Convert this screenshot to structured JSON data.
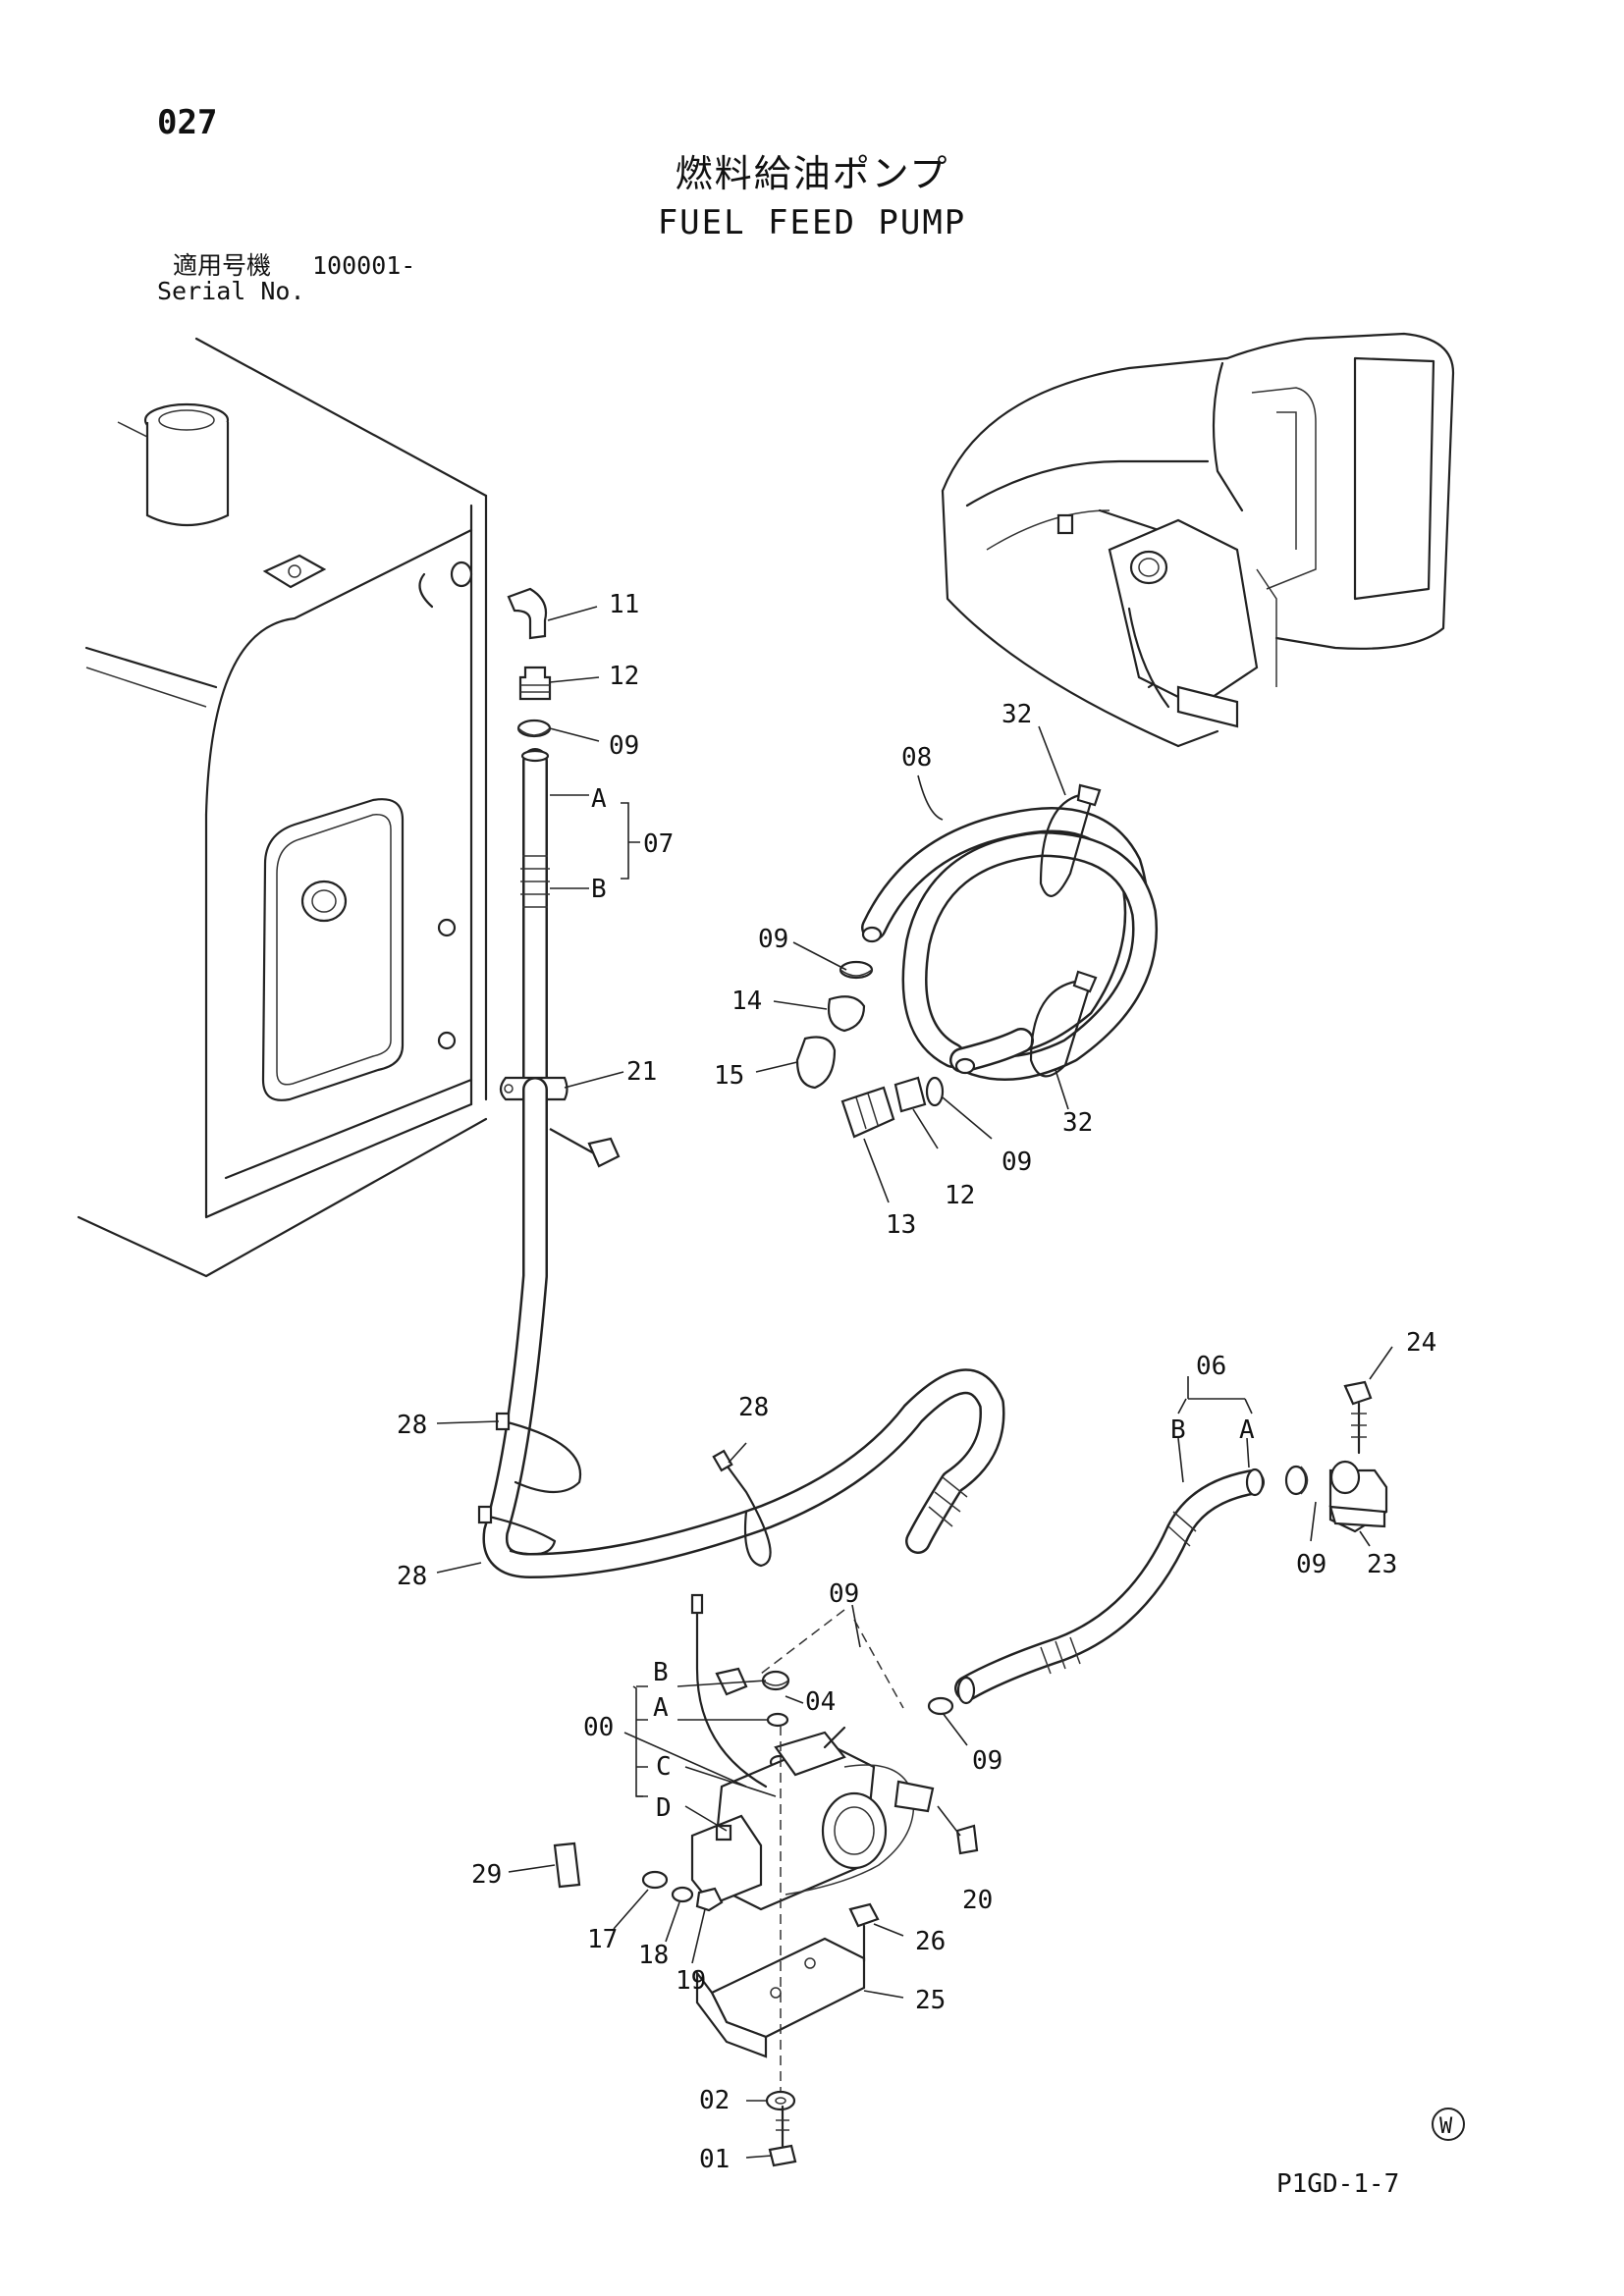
{
  "header": {
    "page_number": "027",
    "title_jp": "燃料給油ポンプ",
    "title_en": "FUEL FEED PUMP",
    "serial_label_jp": "適用号機",
    "serial_value": "100001-",
    "serial_label_en": "Serial No."
  },
  "callouts": {
    "c00": "00",
    "c01": "01",
    "c02": "02",
    "c04": "04",
    "c06": "06",
    "c06_b": "B",
    "c06_a": "A",
    "c07": "07",
    "c07_a": "A",
    "c07_b": "B",
    "c08": "08",
    "c09_top": "09",
    "c09_coil": "09",
    "c09_fitting": "09",
    "c09_mid": "09",
    "c09_right": "09",
    "c09_low": "09",
    "c11": "11",
    "c12_top": "12",
    "c12_coil": "12",
    "c13": "13",
    "c14": "14",
    "c15": "15",
    "c17": "17",
    "c18": "18",
    "c19": "19",
    "c20": "20",
    "c21": "21",
    "c23": "23",
    "c24": "24",
    "c25": "25",
    "c26": "26",
    "c28_left": "28",
    "c28_mid": "28",
    "c28_low": "28",
    "c29": "29",
    "c32_top": "32",
    "c32_bottom": "32",
    "c00_b": "B",
    "c00_a": "A",
    "c00_c": "C",
    "c00_d": "D"
  },
  "footer": {
    "mark": "W",
    "drawing_code": "P1GD-1-7"
  }
}
